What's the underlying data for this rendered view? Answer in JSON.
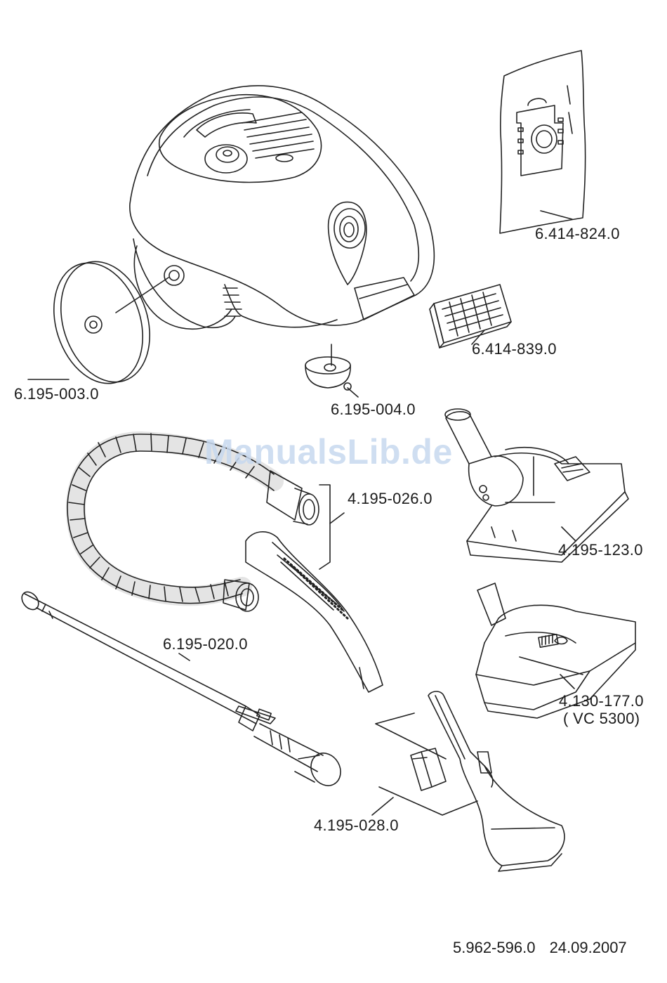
{
  "parts": {
    "bag": "6.414-824.0",
    "filter": "6.414-839.0",
    "wheel": "6.195-003.0",
    "caster": "6.195-004.0",
    "hose": "4.195-026.0",
    "floor_nozzle": "4.195-123.0",
    "tube": "6.195-020.0",
    "combi_nozzle": "4.130-177.0",
    "combi_nozzle_note": "( VC 5300)",
    "crevice_tool": "4.195-028.0"
  },
  "footer": {
    "doc_number": "5.962-596.0",
    "date": "24.09.2007"
  },
  "watermark": "ManualsLib.de",
  "colors": {
    "line": "#222222",
    "watermark": "#c7d9ef"
  }
}
